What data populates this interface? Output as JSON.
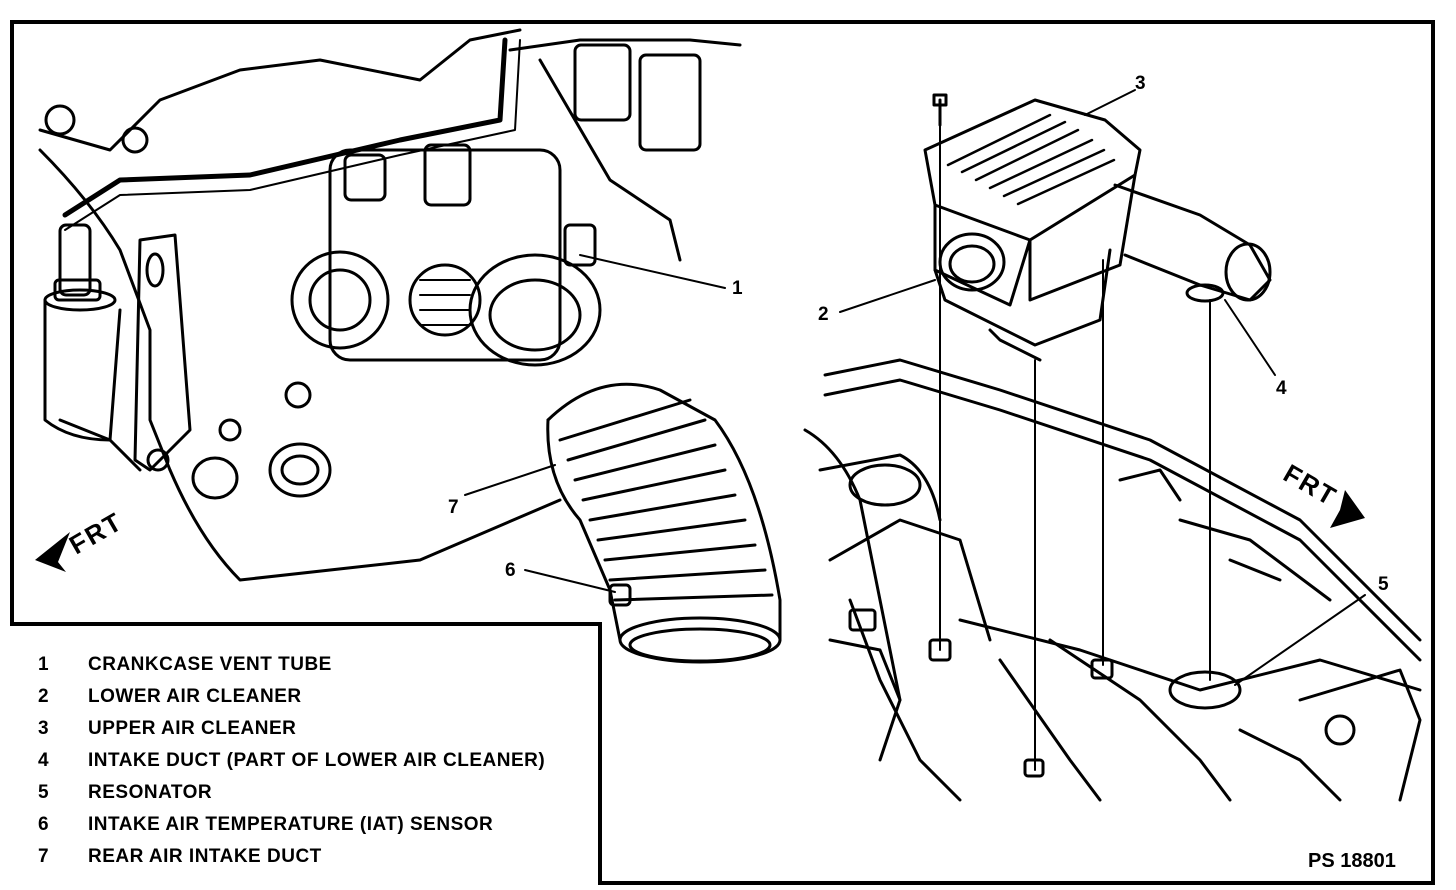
{
  "figure": {
    "code": "PS 18801",
    "frt_label": "FRT"
  },
  "callouts": [
    {
      "number": "1"
    },
    {
      "number": "2"
    },
    {
      "number": "3"
    },
    {
      "number": "4"
    },
    {
      "number": "5"
    },
    {
      "number": "6"
    },
    {
      "number": "7"
    }
  ],
  "legend": [
    {
      "number": "1",
      "label": "CRANKCASE VENT TUBE"
    },
    {
      "number": "2",
      "label": "LOWER AIR CLEANER"
    },
    {
      "number": "3",
      "label": "UPPER AIR CLEANER"
    },
    {
      "number": "4",
      "label": "INTAKE DUCT (PART OF LOWER AIR CLEANER)"
    },
    {
      "number": "5",
      "label": "RESONATOR"
    },
    {
      "number": "6",
      "label": "INTAKE AIR TEMPERATURE (IAT) SENSOR"
    },
    {
      "number": "7",
      "label": "REAR AIR INTAKE DUCT"
    }
  ],
  "colors": {
    "ink": "#000000",
    "paper": "#ffffff"
  }
}
